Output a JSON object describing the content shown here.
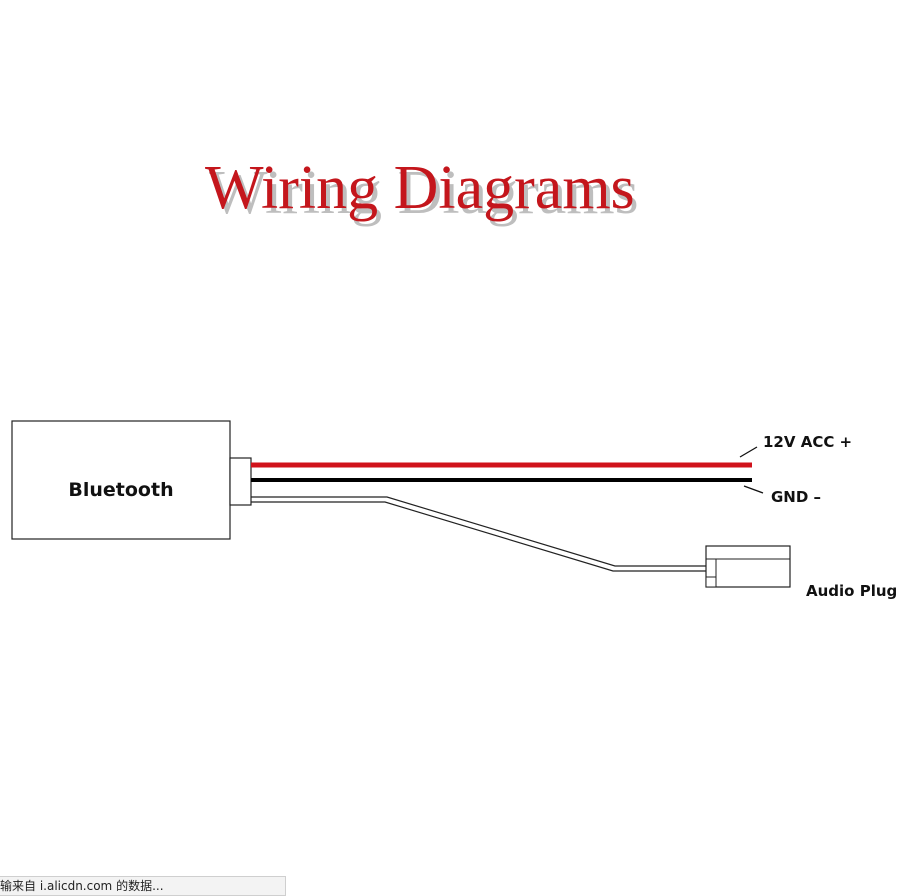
{
  "title": "Wiring Diagrams",
  "module_label": "Bluetooth",
  "wire_labels": {
    "power": "12V ACC +",
    "ground": "GND –",
    "audio": "Audio Plug"
  },
  "status_bar": {
    "text": "输来自 i.alicdn.com 的数据..."
  },
  "colors": {
    "title": "#c4161c",
    "power_wire": "#d0121b",
    "ground_wire": "#000000",
    "outline": "#222222"
  }
}
